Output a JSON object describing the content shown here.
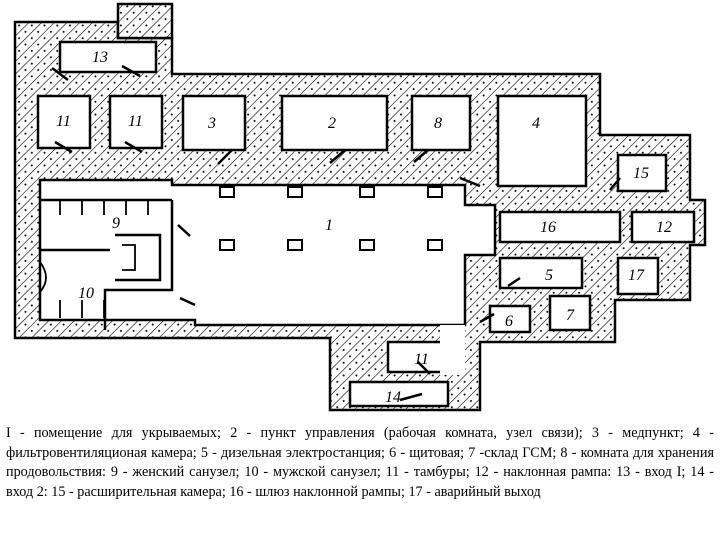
{
  "rooms": {
    "r1": "1",
    "r2": "2",
    "r3": "3",
    "r4": "4",
    "r5": "5",
    "r6": "6",
    "r7": "7",
    "r8": "8",
    "r9": "9",
    "r10": "10",
    "r11a": "11",
    "r11b": "11",
    "r11c": "11",
    "r12": "12",
    "r13": "13",
    "r14": "14",
    "r15": "15",
    "r16": "16",
    "r17": "17"
  },
  "legend": "I - помещение для укрываемых; 2 - пункт управления (рабочая комната, узел связи); 3 - медпункт; 4 - фильтровентиляционая камера; 5 - дизельная электростанция; 6 - щитовая; 7 -склад ГСМ; 8 - комната для хранения продовольствия: 9 - женский санузел; 10 - мужской санузел; 11 - тамбуры; 12 - наклонная рампа: 13 - вход I; 14 - вход 2: 15 - расширительная камера; 16 - шлюз наклонной рампы; 17 - аварийный выход"
}
